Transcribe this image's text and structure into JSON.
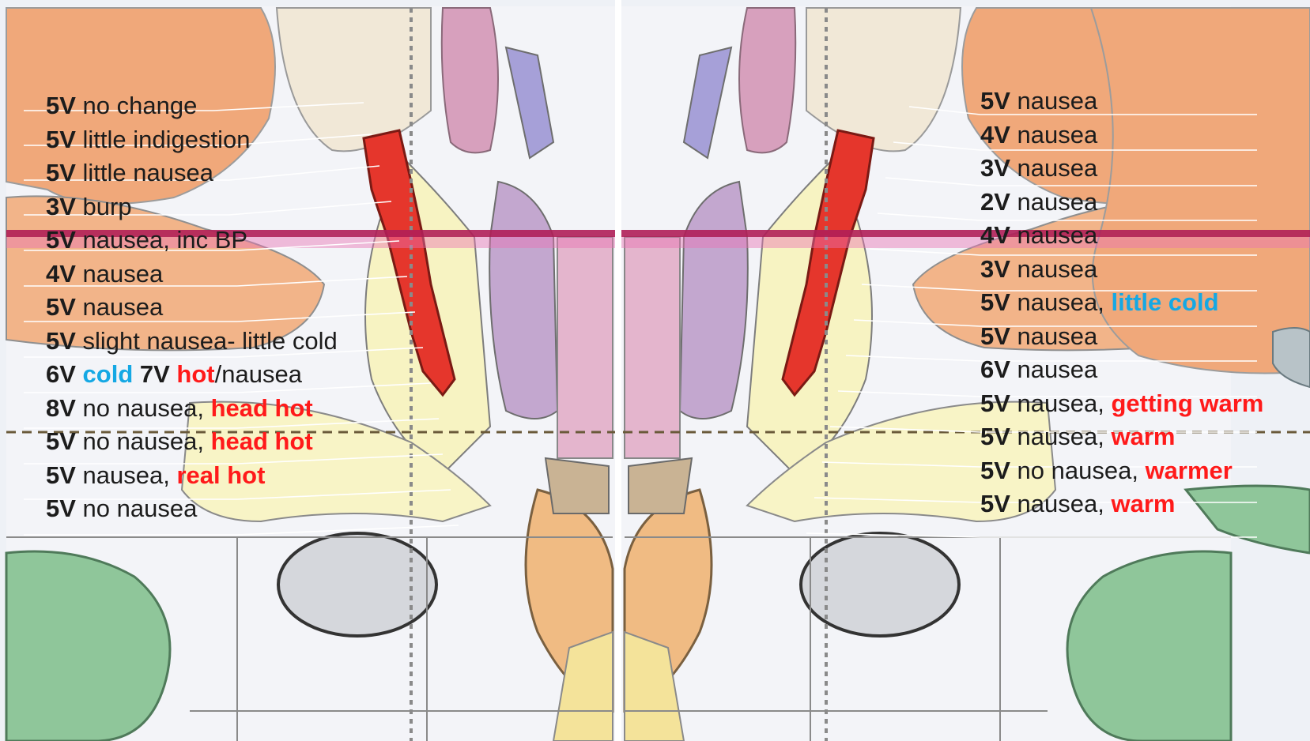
{
  "colors": {
    "background": "#eef1f6",
    "orange_region": "#f0a87a",
    "pink_region": "#d7a0bd",
    "lavender_region": "#b7a0c9",
    "yellow_region": "#f7f3c2",
    "red_target": "#e5362c",
    "green_region": "#8fc69a",
    "gray_region": "#d5d7dc",
    "horizontal_band": "#b01f58",
    "warm_text": "#ff1a1a",
    "cold_text": "#15a8e4"
  },
  "left_labels": [
    {
      "v": "5V",
      "text": " no change",
      "note": "",
      "note_color": ""
    },
    {
      "v": "5V",
      "text": " little indigestion",
      "note": "",
      "note_color": ""
    },
    {
      "v": "5V",
      "text": " little nausea",
      "note": "",
      "note_color": ""
    },
    {
      "v": "3V",
      "text": " burp",
      "note": "",
      "note_color": ""
    },
    {
      "v": "5V",
      "text": " nausea, inc BP",
      "note": "",
      "note_color": ""
    },
    {
      "v": "4V",
      "text": " nausea",
      "note": "",
      "note_color": ""
    },
    {
      "v": "5V",
      "text": " nausea",
      "note": "",
      "note_color": ""
    },
    {
      "v": "5V",
      "text": " slight nausea- little cold",
      "note": "",
      "note_color": ""
    },
    {
      "v": "6V",
      "text": " ",
      "note": "cold",
      "note_color": "blue",
      "v2": " 7V",
      "note2": " hot",
      "note2_color": "red",
      "tail": "/nausea"
    },
    {
      "v": "8V",
      "text": " no nausea, ",
      "note": "head hot",
      "note_color": "red"
    },
    {
      "v": "5V",
      "text": " no nausea, ",
      "note": "head hot",
      "note_color": "red"
    },
    {
      "v": "5V",
      "text": " nausea, ",
      "note": "real hot",
      "note_color": "red"
    },
    {
      "v": "5V",
      "text": " no nausea",
      "note": "",
      "note_color": ""
    }
  ],
  "right_labels": [
    {
      "v": "5V",
      "text": " nausea",
      "note": "",
      "note_color": ""
    },
    {
      "v": "4V",
      "text": " nausea",
      "note": "",
      "note_color": ""
    },
    {
      "v": "3V",
      "text": " nausea",
      "note": "",
      "note_color": ""
    },
    {
      "v": "2V",
      "text": " nausea",
      "note": "",
      "note_color": ""
    },
    {
      "v": "4V",
      "text": " nausea",
      "note": "",
      "note_color": ""
    },
    {
      "v": "3V",
      "text": " nausea",
      "note": "",
      "note_color": ""
    },
    {
      "v": "5V",
      "text": " nausea, ",
      "note": "little cold",
      "note_color": "blue"
    },
    {
      "v": "5V",
      "text": " nausea",
      "note": "",
      "note_color": ""
    },
    {
      "v": "6V",
      "text": " nausea",
      "note": "",
      "note_color": ""
    },
    {
      "v": "5V",
      "text": " nausea, ",
      "note": "getting warm",
      "note_color": "red"
    },
    {
      "v": "5V",
      "text": " nausea, ",
      "note": "warm",
      "note_color": "red"
    },
    {
      "v": "5V",
      "text": " no nausea, ",
      "note": "warmer",
      "note_color": "red"
    },
    {
      "v": "5V",
      "text": " nausea, ",
      "note": "warm",
      "note_color": "red"
    }
  ]
}
